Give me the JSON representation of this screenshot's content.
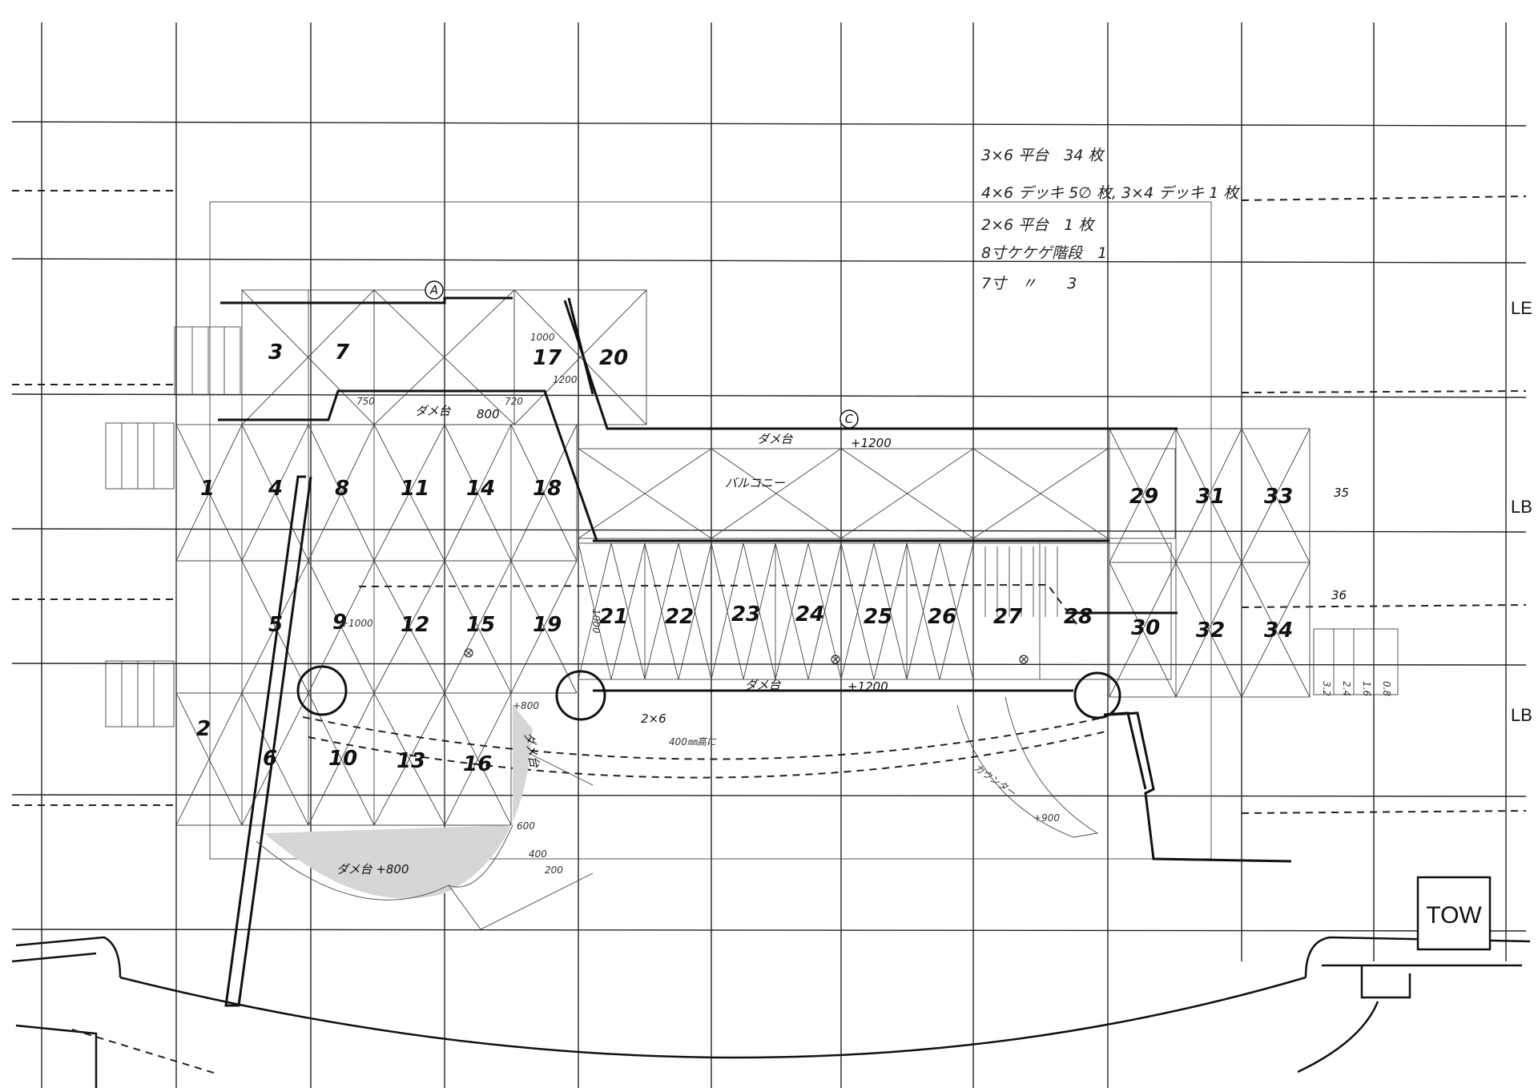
{
  "notes": [
    "3×6 平台　34 枚",
    "4×6 デッキ 5∅ 枚, 3×4 デッキ 1 枚",
    "2×6 平台　1 枚",
    "8寸ケケゲ階段　1",
    "7寸　〃　　3"
  ],
  "platforms": [
    {
      "n": "1"
    },
    {
      "n": "2"
    },
    {
      "n": "3"
    },
    {
      "n": "4"
    },
    {
      "n": "5"
    },
    {
      "n": "6"
    },
    {
      "n": "7"
    },
    {
      "n": "8"
    },
    {
      "n": "9"
    },
    {
      "n": "10"
    },
    {
      "n": "11"
    },
    {
      "n": "12"
    },
    {
      "n": "13"
    },
    {
      "n": "14"
    },
    {
      "n": "15"
    },
    {
      "n": "16"
    },
    {
      "n": "17"
    },
    {
      "n": "18"
    },
    {
      "n": "19"
    },
    {
      "n": "20"
    },
    {
      "n": "21"
    },
    {
      "n": "22"
    },
    {
      "n": "23"
    },
    {
      "n": "24"
    },
    {
      "n": "25"
    },
    {
      "n": "26"
    },
    {
      "n": "27"
    },
    {
      "n": "28"
    },
    {
      "n": "29"
    },
    {
      "n": "30"
    },
    {
      "n": "31"
    },
    {
      "n": "32"
    },
    {
      "n": "33"
    },
    {
      "n": "34"
    },
    {
      "n": "35"
    },
    {
      "n": "36"
    }
  ],
  "labels": {
    "circle_a": "A",
    "circle_c": "C",
    "dako_top_left": "ダメ台",
    "dako_top_left_val": "800",
    "dako_top_right": "ダメ台",
    "dako_top_right_val": "+1200",
    "balcony": "バルコニー",
    "dako_bottom": "ダメ台",
    "dako_bottom_val": "+1200",
    "dako_lower_left": "ダメ台 +800",
    "dako_side": "ダメ台",
    "dako_side_val": "+800",
    "counter": "カウンター",
    "counter_val": "+900",
    "note_2x6": "2×6",
    "note_400": "400㎜高に",
    "val_1000_a": "1000",
    "val_1200_a": "1200",
    "val_1000_b": "1000",
    "val_4000": "+1000",
    "val_750": "750",
    "val_720": "720",
    "val_600": "600",
    "val_400": "400",
    "val_200": "200",
    "margin_le": "LE",
    "margin_lb1": "LB",
    "margin_lb2": "LB",
    "tow": "TOW",
    "step_a": "3.2",
    "step_b": "2.4",
    "step_c": "1.6",
    "step_d": "0.8"
  }
}
